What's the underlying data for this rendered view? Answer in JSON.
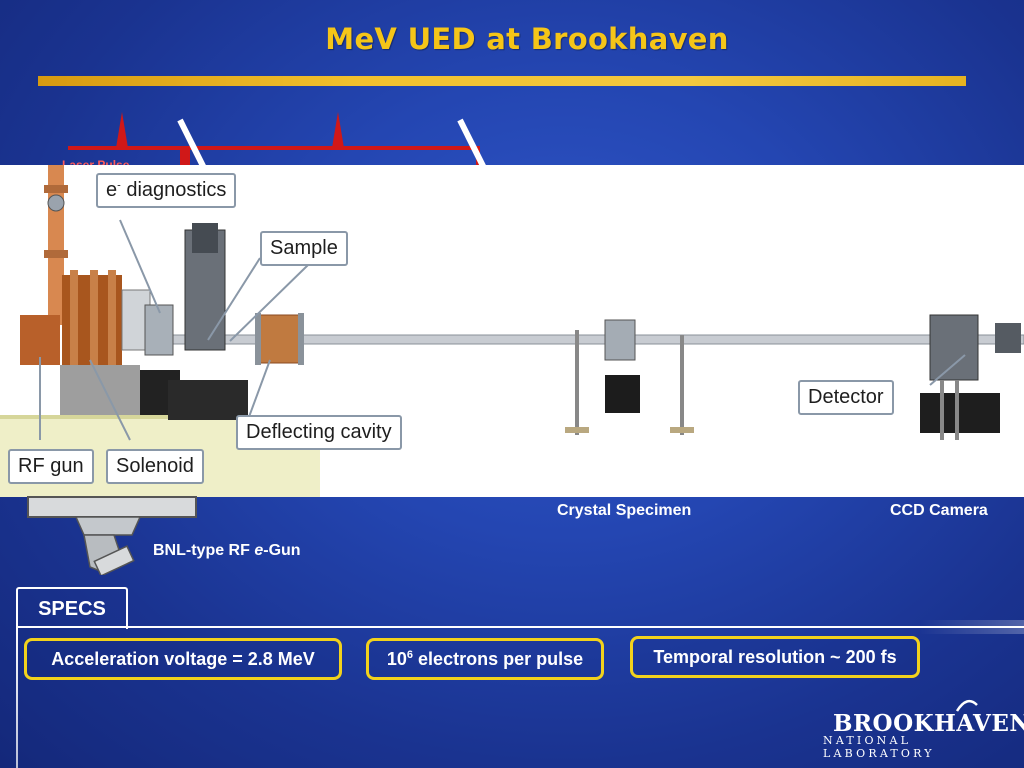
{
  "slide": {
    "title": "MeV UED at Brookhaven",
    "laser_label": "Laser Pulse"
  },
  "photo_callouts": {
    "e_diagnostics_prefix": "e",
    "e_diagnostics_sup": "-",
    "e_diagnostics_suffix": " diagnostics",
    "sample": "Sample",
    "detector": "Detector",
    "deflecting_cavity": "Deflecting cavity",
    "rf_gun": "RF gun",
    "solenoid": "Solenoid"
  },
  "captions": {
    "crystal_specimen": "Crystal Specimen",
    "ccd_camera": "CCD Camera",
    "gun_prefix": "BNL-type RF ",
    "gun_italic": "e",
    "gun_suffix": "-Gun"
  },
  "specs": {
    "tab_label": "SPECS",
    "items": [
      {
        "text": "Acceleration voltage = 2.8 MeV"
      },
      {
        "base": "10",
        "sup": "6",
        "rest": " electrons per pulse"
      },
      {
        "text": "Temporal resolution ~ 200 fs"
      }
    ]
  },
  "logo": {
    "name": "BROOKHAVEN",
    "subtitle": "NATIONAL LABORATORY"
  },
  "colors": {
    "title": "#f5c518",
    "spec_border": "#f2d21c",
    "background": "#2446b2"
  }
}
